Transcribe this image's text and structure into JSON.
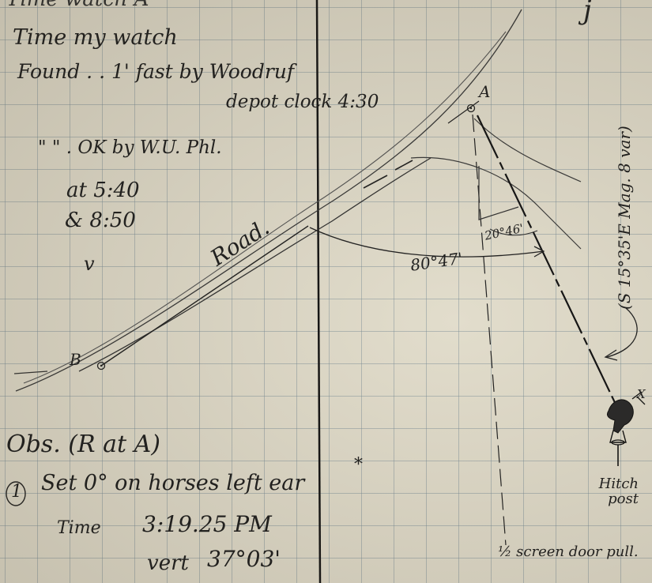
{
  "notes": {
    "top_cutoff": "Time watch A",
    "top_right_mark": "j",
    "line1": "Time my watch",
    "line2": "Found . . 1' fast by Woodruf",
    "line3": "depot clock 4:30",
    "line4": "\" \" . OK by W.U. Phl.",
    "line5": "at 5:40",
    "line6": "& 8:50",
    "line7": "v"
  },
  "sketch": {
    "road_label": "Road.",
    "point_a": "A",
    "point_b": "B",
    "angle_road": "80°47'",
    "angle_small": "20°46'",
    "bearing": "(S 15°35'E Mag. 8 var)",
    "point_x": "X",
    "hitch_post": "Hitch post",
    "screen_door": "½ screen door pull."
  },
  "observations": {
    "heading": "Obs. (R at A)",
    "item_number": "1",
    "item_text": "Set 0° on horses left ear",
    "asterisk": "*",
    "time_label": "Time",
    "time_value": "3:19.25 PM",
    "vert_label": "vert",
    "vert_value": "37°03'"
  }
}
